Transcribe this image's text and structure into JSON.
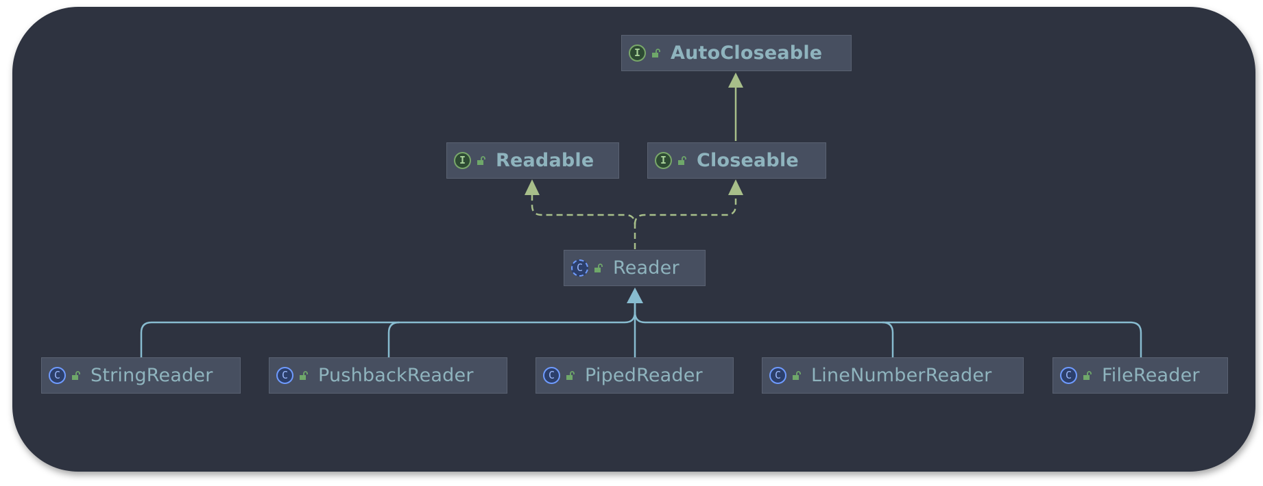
{
  "diagram": {
    "colors": {
      "background": "#2e3340",
      "node_fill": "#474f60",
      "node_border": "#5a6272",
      "label": "#8fb4be",
      "interface_edge": "#a8bf8a",
      "class_edge": "#88bcd0"
    },
    "nodes": {
      "autocloseable": {
        "label": "AutoCloseable",
        "kind": "interface",
        "kind_letter": "I",
        "visibility_icon": "unlocked-icon"
      },
      "readable": {
        "label": "Readable",
        "kind": "interface",
        "kind_letter": "I",
        "visibility_icon": "unlocked-icon"
      },
      "closeable": {
        "label": "Closeable",
        "kind": "interface",
        "kind_letter": "I",
        "visibility_icon": "unlocked-icon"
      },
      "reader": {
        "label": "Reader",
        "kind": "abstract-class",
        "kind_letter": "C",
        "visibility_icon": "unlocked-icon"
      },
      "stringreader": {
        "label": "StringReader",
        "kind": "class",
        "kind_letter": "C",
        "visibility_icon": "unlocked-icon"
      },
      "pushbackreader": {
        "label": "PushbackReader",
        "kind": "class",
        "kind_letter": "C",
        "visibility_icon": "unlocked-icon"
      },
      "pipedreader": {
        "label": "PipedReader",
        "kind": "class",
        "kind_letter": "C",
        "visibility_icon": "unlocked-icon"
      },
      "linenumberreader": {
        "label": "LineNumberReader",
        "kind": "class",
        "kind_letter": "C",
        "visibility_icon": "unlocked-icon"
      },
      "filereader": {
        "label": "FileReader",
        "kind": "class",
        "kind_letter": "C",
        "visibility_icon": "unlocked-icon"
      }
    },
    "edges": [
      {
        "from": "Closeable",
        "to": "AutoCloseable",
        "type": "extends"
      },
      {
        "from": "Reader",
        "to": "Readable",
        "type": "implements"
      },
      {
        "from": "Reader",
        "to": "Closeable",
        "type": "implements"
      },
      {
        "from": "StringReader",
        "to": "Reader",
        "type": "extends"
      },
      {
        "from": "PushbackReader",
        "to": "Reader",
        "type": "extends"
      },
      {
        "from": "PipedReader",
        "to": "Reader",
        "type": "extends"
      },
      {
        "from": "LineNumberReader",
        "to": "Reader",
        "type": "extends"
      },
      {
        "from": "FileReader",
        "to": "Reader",
        "type": "extends"
      }
    ]
  }
}
